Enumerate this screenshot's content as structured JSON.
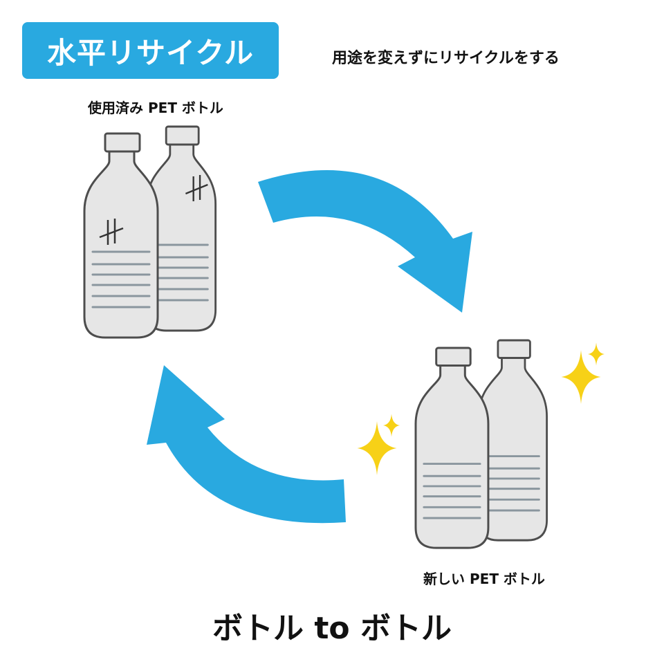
{
  "title": "水平リサイクル",
  "subtitle": "用途を変えずにリサイクルをする",
  "used_label": "使用済み PET ボトル",
  "new_label": "新しい PET ボトル",
  "footer": "ボトル to ボトル",
  "colors": {
    "accent": "#29a9e0",
    "bottle_fill": "#e6e6e6",
    "bottle_stroke": "#4d4d4d",
    "ridge": "#8a969e",
    "sparkle": "#f7d117"
  }
}
